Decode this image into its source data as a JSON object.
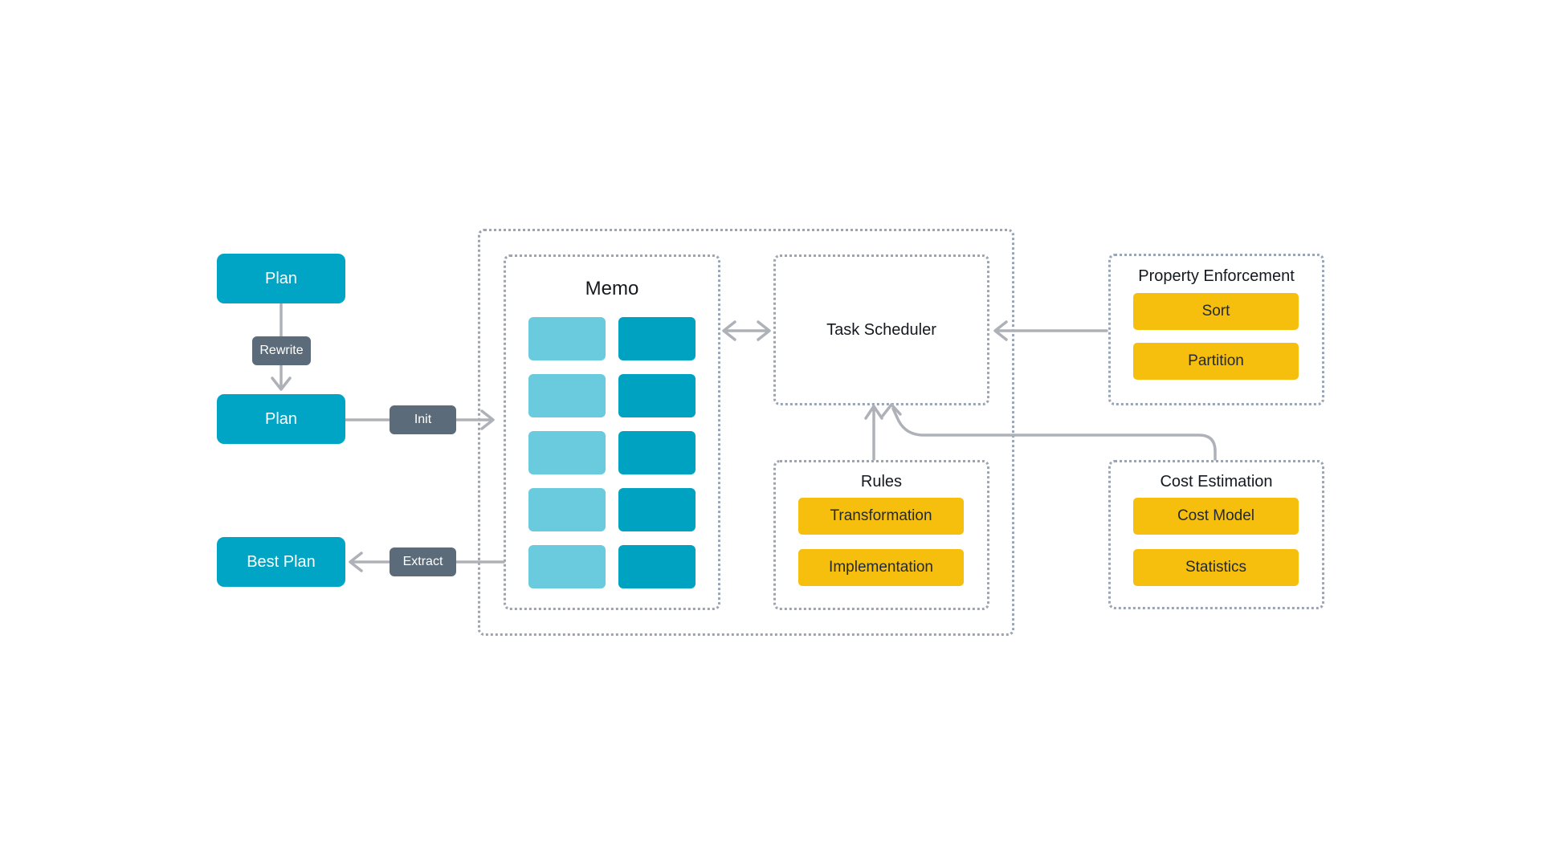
{
  "colors": {
    "background": "#ffffff",
    "teal": "#00a4c4",
    "memo_light": "#6acade",
    "memo_dark": "#00a2c2",
    "amber": "#f6be0d",
    "slate_badge": "#5b6b7a",
    "dashed_border": "#9aa4b2",
    "arrow": "#aeb2b8",
    "text_dark": "#15191f",
    "text_on_amber": "#242a31",
    "text_on_teal": "#ffffff"
  },
  "left_flow": {
    "plan_top_label": "Plan",
    "rewrite_label": "Rewrite",
    "plan_mid_label": "Plan",
    "init_label": "Init",
    "best_plan_label": "Best Plan",
    "extract_label": "Extract"
  },
  "core": {
    "memo": {
      "title": "Memo",
      "rows": 5
    },
    "task_scheduler_label": "Task Scheduler"
  },
  "rules": {
    "title": "Rules",
    "items": [
      "Transformation",
      "Implementation"
    ]
  },
  "property_enforcement": {
    "title": "Property Enforcement",
    "items": [
      "Sort",
      "Partition"
    ]
  },
  "cost_estimation": {
    "title": "Cost Estimation",
    "items": [
      "Cost Model",
      "Statistics"
    ]
  }
}
